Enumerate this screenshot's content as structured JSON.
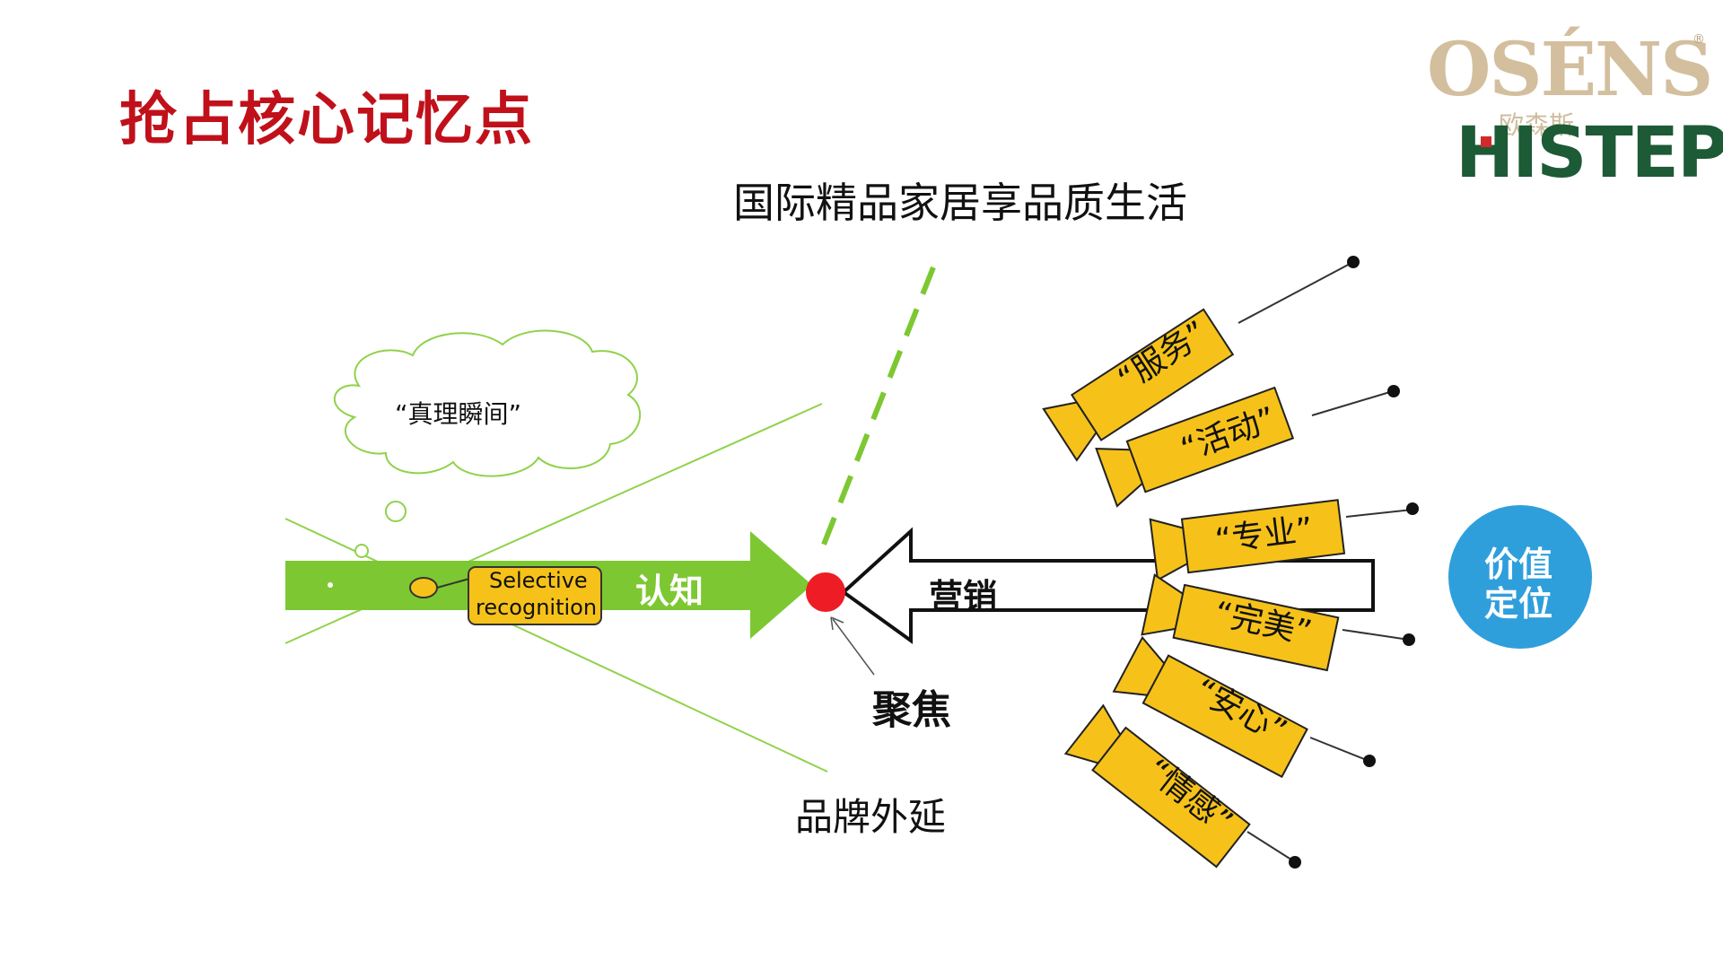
{
  "title": "抢占核心记忆点",
  "logo": {
    "brand_top": "OSÉNS",
    "registered": "®",
    "brand_cn": "欧森斯",
    "brand_bottom": "HISTEP"
  },
  "diagram": {
    "top_label": "国际精品家居享品质生活",
    "thought_cloud": "“真理瞬间”",
    "selective_recognition": [
      "Selective",
      "recognition"
    ],
    "cognition_arrow": "认知",
    "marketing_arrow": "营销",
    "focus_label": "聚焦",
    "brand_extension": "品牌外延",
    "value_positioning": [
      "价值",
      "定位"
    ],
    "rockets": [
      "“服务”",
      "“活动”",
      "“专业”",
      "“完美”",
      "“安心”",
      "“情感”"
    ]
  },
  "colors": {
    "title": "#c0111b",
    "green": "#7dc832",
    "yellow": "#f6c21a",
    "red_dot": "#ee1c24",
    "blue_circle": "#2f9fdc",
    "logo_gold": "#d3bf9e",
    "logo_green": "#1d5a36"
  }
}
